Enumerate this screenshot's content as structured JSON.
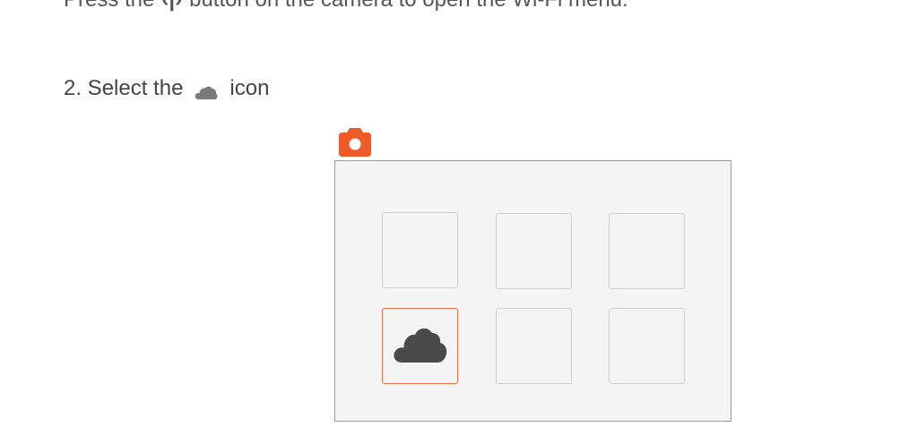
{
  "step1": {
    "prefix": "Press the",
    "wifi_glyph": "‹|›",
    "suffix": "button on the camera to open the Wi-Fi menu."
  },
  "step2": {
    "prefix": "2. Select the",
    "suffix": "icon"
  },
  "icons": {
    "inline": "cloud-icon",
    "badge": "camera-icon",
    "selected_tile": "cloud-icon"
  },
  "colors": {
    "accent": "#f05a28",
    "selected_border": "#e8704a",
    "cloud_inline": "#7a7a7a",
    "cloud_large": "#4a4a4a",
    "screen_bg": "#f4f4f4"
  },
  "menu_grid": {
    "rows": 2,
    "columns": 3,
    "selected_index": 3
  }
}
